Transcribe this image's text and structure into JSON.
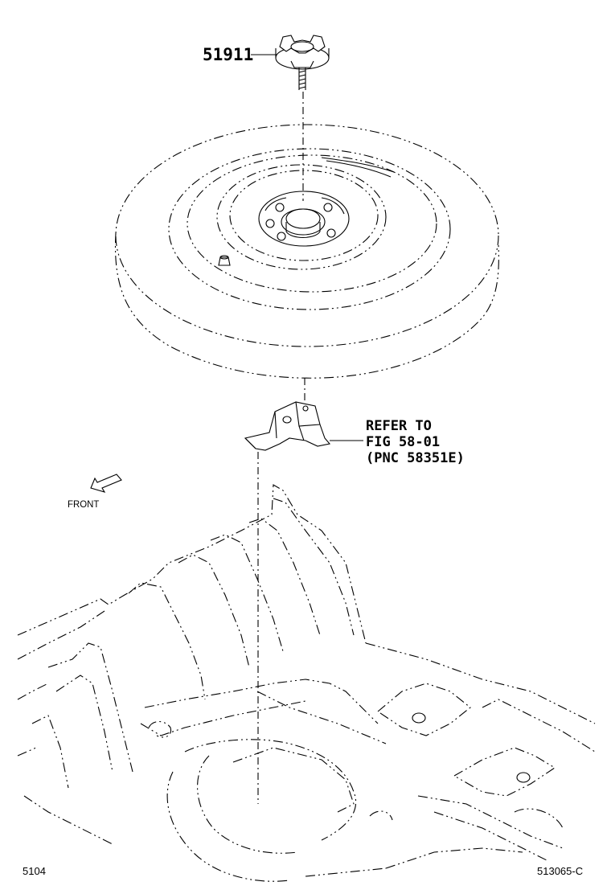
{
  "labels": {
    "part_51911": "51911",
    "refer_line1": "REFER TO",
    "refer_line2": "FIG 58-01",
    "refer_line3": "(PNC 58351E)",
    "front": "FRONT",
    "page_code": "5104",
    "figure_code": "513065-C"
  },
  "icons": {
    "front_arrow": "front-direction-arrow-icon"
  },
  "colors": {
    "line": "#000000",
    "background": "#ffffff"
  }
}
